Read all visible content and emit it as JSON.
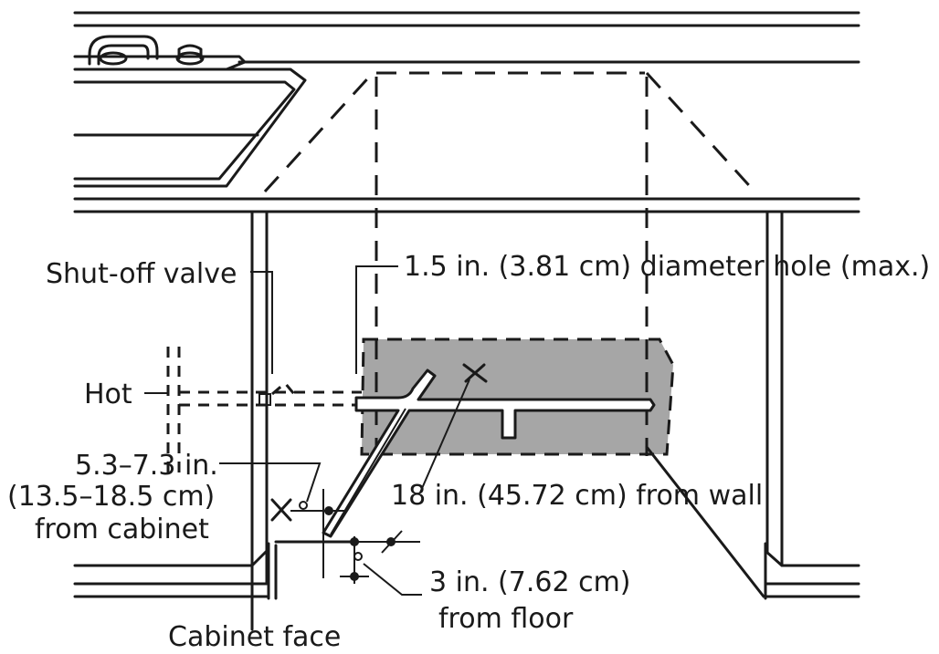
{
  "labels": {
    "shutoff": "Shut-off valve",
    "hole": "1.5 in. (3.81 cm) diameter hole (max.)",
    "hot": "Hot",
    "cabinet_dist_1": "5.3–7.3 in.",
    "cabinet_dist_2": "(13.5–18.5 cm)",
    "cabinet_dist_3": "from cabinet",
    "wall_dist": "18 in. (45.72 cm) from wall",
    "floor_dist_1": "3 in. (7.62 cm)",
    "floor_dist_2": "from floor",
    "cabinet_face": "Cabinet face"
  },
  "colors": {
    "ink": "#1a1a1a",
    "zone": "#a6a6a6"
  }
}
